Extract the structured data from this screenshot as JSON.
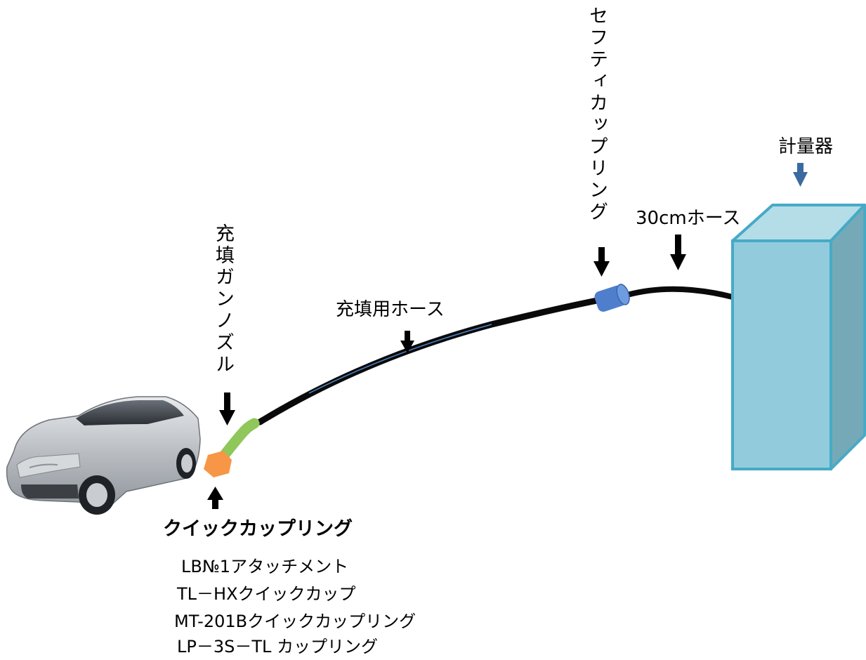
{
  "labels": {
    "safety_coupling": "セフティカップリング",
    "meter": "計量器",
    "hose_30cm": "30cmホース",
    "nozzle": "充填ガンノズル",
    "fill_hose": "充填用ホース",
    "quick_coupling": "クイックカップリング"
  },
  "quick_coupling_specs": [
    "LB№1アタッチメント",
    "TL－HXクイックカップ",
    "MT-201Bクイックカップリング",
    "LP－3S－TL カップリング"
  ],
  "colors": {
    "meter_front": "#92ccdc",
    "meter_top": "#b4dde8",
    "meter_side": "#76a9b8",
    "meter_edge": "#46aac6",
    "coupling_blue": "#4f7fcc",
    "nozzle_green": "#8fc75a",
    "quick_orange": "#f79646",
    "arrow_black": "#000000",
    "arrow_blue": "#3b6aa0"
  }
}
